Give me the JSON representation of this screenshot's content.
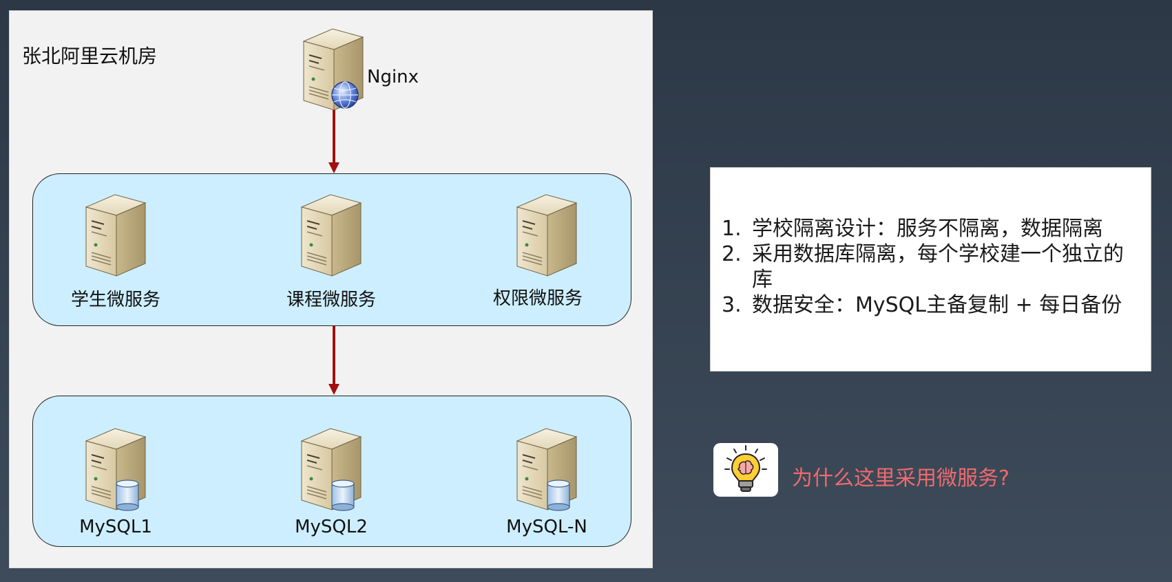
{
  "diagram": {
    "region_title": "张北阿里云机房",
    "gateway": {
      "label": "Nginx",
      "icon": "server-with-globe-icon"
    },
    "services": [
      {
        "label": "学生微服务",
        "icon": "server-icon"
      },
      {
        "label": "课程微服务",
        "icon": "server-icon"
      },
      {
        "label": "权限微服务",
        "icon": "server-icon"
      }
    ],
    "databases": [
      {
        "label": "MySQL1",
        "icon": "database-server-icon"
      },
      {
        "label": "MySQL2",
        "icon": "database-server-icon"
      },
      {
        "label": "MySQL-N",
        "icon": "database-server-icon"
      }
    ],
    "arrow_color": "#a01010",
    "group_fill": "#cdeefe"
  },
  "notes": {
    "items": [
      {
        "num": "1.",
        "text": "学校隔离设计：服务不隔离，数据隔离"
      },
      {
        "num": "2.",
        "text": "采用数据库隔离，每个学校建一个独立的库"
      },
      {
        "num": "3.",
        "text": "数据安全：MySQL主备复制 + 每日备份"
      }
    ]
  },
  "question": {
    "text": "为什么这里采用微服务?",
    "color": "#ef6a6e",
    "icon": "lightbulb-brain-icon"
  }
}
